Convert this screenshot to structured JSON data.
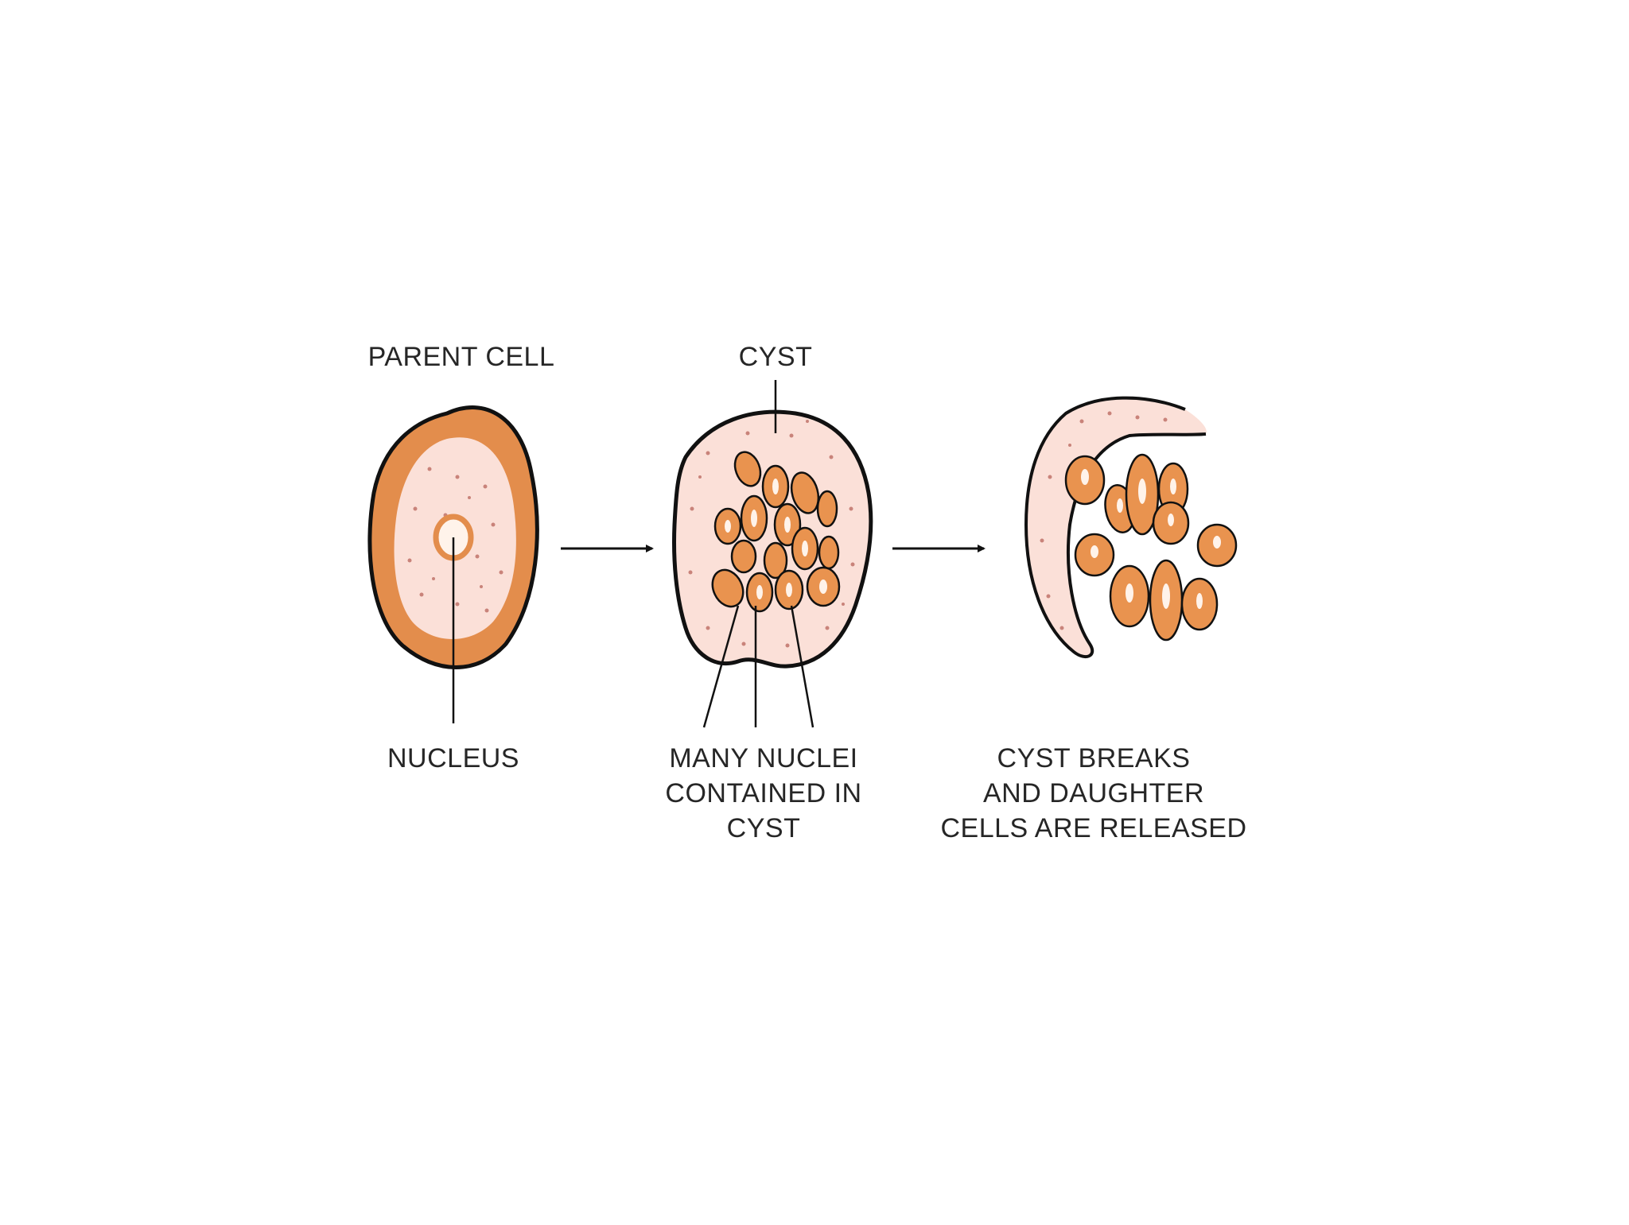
{
  "labels": {
    "parent_cell": "PARENT CELL",
    "cyst": "CYST",
    "nucleus": "NUCLEUS",
    "many_nuclei": [
      "MANY NUCLEI",
      "CONTAINED IN",
      "CYST"
    ],
    "cyst_breaks": [
      "CYST BREAKS",
      "AND DAUGHTER",
      "CELLS ARE RELEASED"
    ]
  },
  "colors": {
    "outline": "#111111",
    "cell_orange": "#e38d4c",
    "cytoplasm_pink": "#fbe0d8",
    "nucleus_fill": "#e9934f",
    "nucleus_highlight": "#fff3ea",
    "dot": "#c9837a",
    "background": "#ffffff"
  }
}
